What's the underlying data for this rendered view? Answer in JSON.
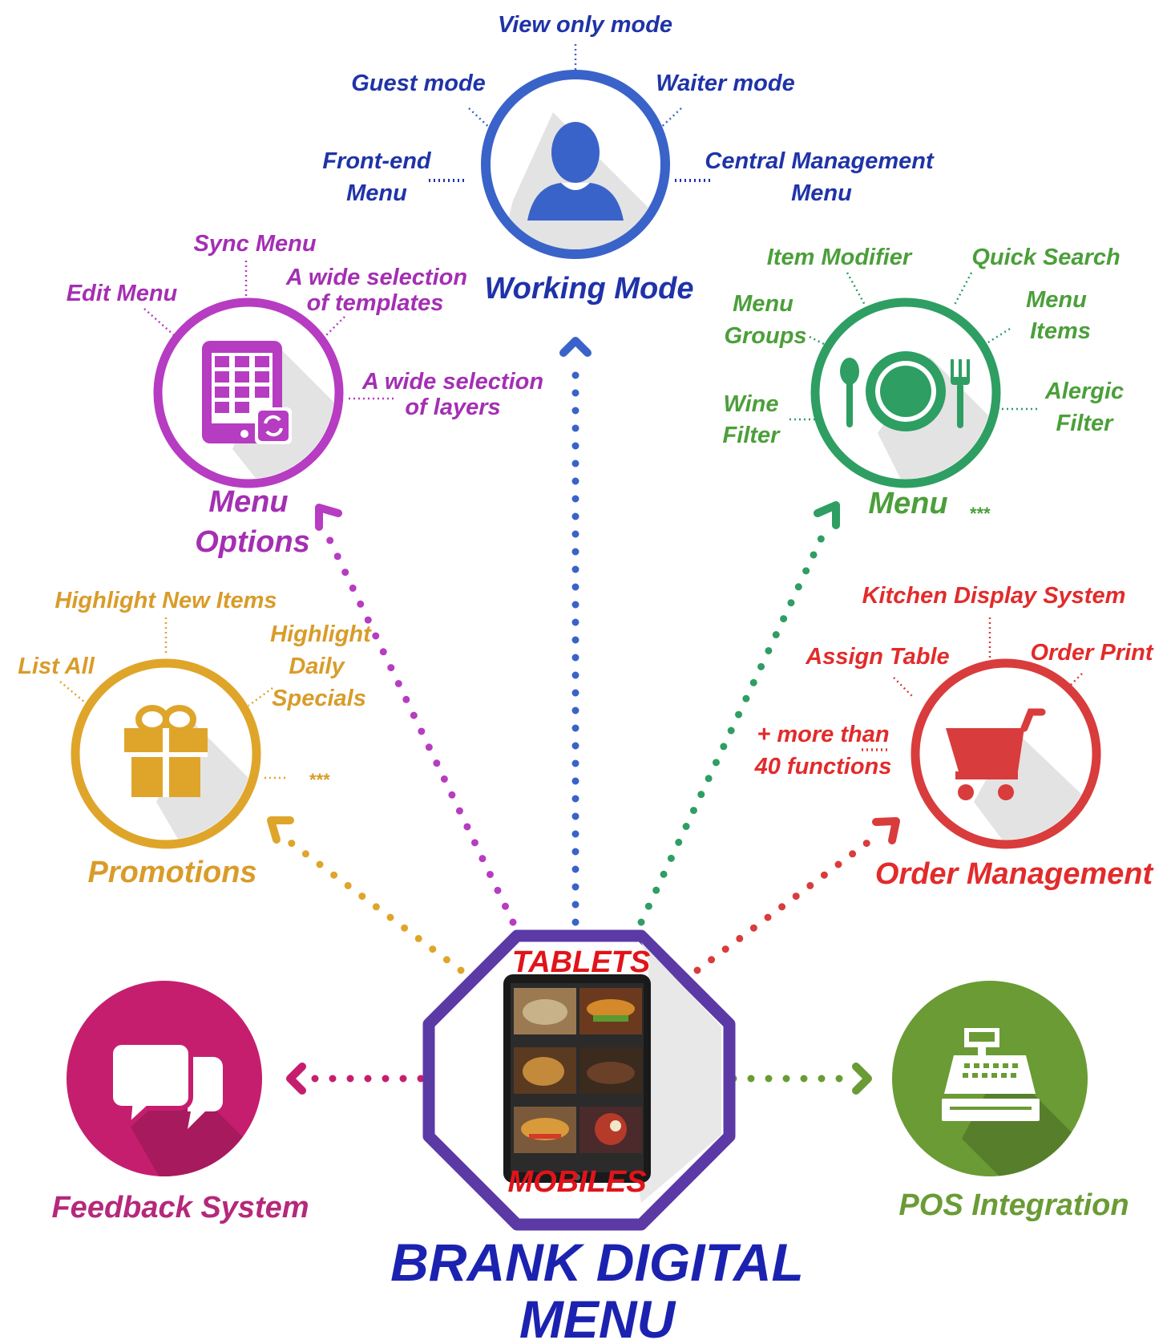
{
  "colors": {
    "blue": "#3a63c9",
    "blue_text": "#1f33a8",
    "magenta": "#b63cc2",
    "magenta_text": "#a42fb3",
    "green": "#2e9e63",
    "green_text": "#4b9f3a",
    "gold": "#dfa52a",
    "gold_text": "#d99c2a",
    "red": "#d93c3c",
    "red_text": "#e22b2b",
    "feedback": "#c61e6e",
    "feedback_text": "#b5287a",
    "pos": "#6a9b35",
    "pos_text": "#6a9b35",
    "octagon": "#5b3aa6",
    "device_text": "#e0141a",
    "brand": "#1c22b0"
  },
  "center": {
    "top_label": "TABLETS",
    "bottom_label": "MOBILES",
    "brand_line1": "BRANK DIGITAL",
    "brand_line2": "MENU",
    "icon": "tablet-icon"
  },
  "working_mode": {
    "title": "Working Mode",
    "icon": "user-icon",
    "features": {
      "view_only": "View only mode",
      "guest": "Guest mode",
      "waiter": "Waiter mode",
      "frontend_1": "Front-end",
      "frontend_2": "Menu",
      "central_1": "Central Management",
      "central_2": "Menu"
    }
  },
  "menu_options": {
    "title_1": "Menu",
    "title_2": "Options",
    "icon": "menu-grid-sync-icon",
    "features": {
      "sync": "Sync Menu",
      "edit": "Edit Menu",
      "templates_1": "A wide selection",
      "templates_2": "of templates",
      "layers_1": "A wide selection",
      "layers_2": "of layers"
    }
  },
  "menu": {
    "title": "Menu",
    "more": "***",
    "icon": "plate-cutlery-icon",
    "features": {
      "item_modifier": "Item Modifier",
      "quick_search": "Quick Search",
      "groups_1": "Menu",
      "groups_2": "Groups",
      "items_1": "Menu",
      "items_2": "Items",
      "wine_1": "Wine",
      "wine_2": "Filter",
      "alergic_1": "Alergic",
      "alergic_2": "Filter"
    }
  },
  "promotions": {
    "title": "Promotions",
    "more": "***",
    "icon": "gift-icon",
    "features": {
      "highlight_new": "Highlight New Items",
      "list_all": "List All",
      "daily_1": "Highlight",
      "daily_2": "Daily",
      "daily_3": "Specials"
    }
  },
  "order_management": {
    "title": "Order Management",
    "icon": "cart-icon",
    "features": {
      "kds": "Kitchen Display System",
      "assign_table": "Assign Table",
      "order_print": "Order Print",
      "more_1": "+ more than",
      "more_2": "40 functions"
    }
  },
  "feedback": {
    "title": "Feedback System",
    "icon": "chat-bubbles-icon"
  },
  "pos": {
    "title": "POS Integration",
    "icon": "cash-register-icon"
  }
}
